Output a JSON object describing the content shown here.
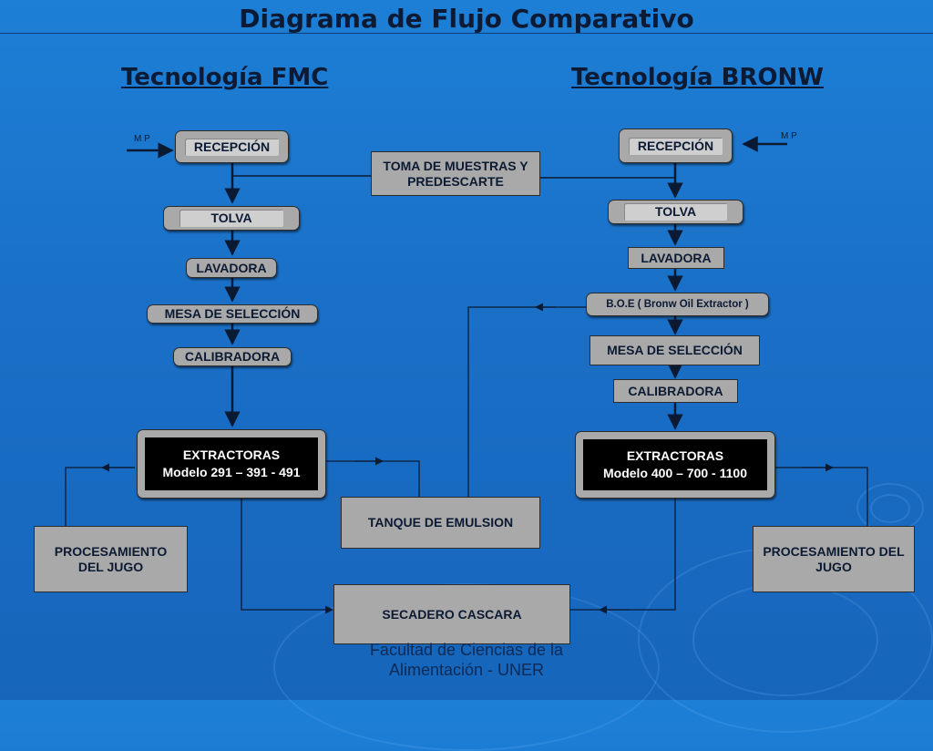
{
  "title": "Diagrama de Flujo Comparativo",
  "left": {
    "heading": "Tecnología FMC",
    "mp": "M P",
    "recepcion": "RECEPCIÓN",
    "tolva": "TOLVA",
    "lavadora": "LAVADORA",
    "mesa": "MESA DE SELECCIÓN",
    "calibradora": "CALIBRADORA",
    "extractoras_line1": "EXTRACTORAS",
    "extractoras_line2": "Modelo 291 – 391 - 491",
    "procesamiento": "PROCESAMIENTO DEL JUGO"
  },
  "right": {
    "heading": "Tecnología BRONW",
    "mp": "M P",
    "recepcion": "RECEPCIÓN",
    "tolva": "TOLVA",
    "lavadora": "LAVADORA",
    "boe": "B.O.E ( Bronw Oil Extractor )",
    "mesa": "MESA DE SELECCIÓN",
    "calibradora": "CALIBRADORA",
    "extractoras_line1": "EXTRACTORAS",
    "extractoras_line2": "Modelo 400 – 700 - 1100",
    "procesamiento": "PROCESAMIENTO DEL JUGO"
  },
  "center": {
    "toma": "TOMA DE MUESTRAS Y PREDESCARTE",
    "tanque": "TANQUE DE EMULSION",
    "secadero": "SECADERO CASCARA"
  },
  "footer": {
    "line1": "Facultad de Ciencias de la",
    "line2": "Alimentación - UNER"
  },
  "colors": {
    "background": "#1a6fc6",
    "box_fill": "#a9a9a9",
    "extractor_fill": "#000000",
    "text": "#0c1a33"
  }
}
